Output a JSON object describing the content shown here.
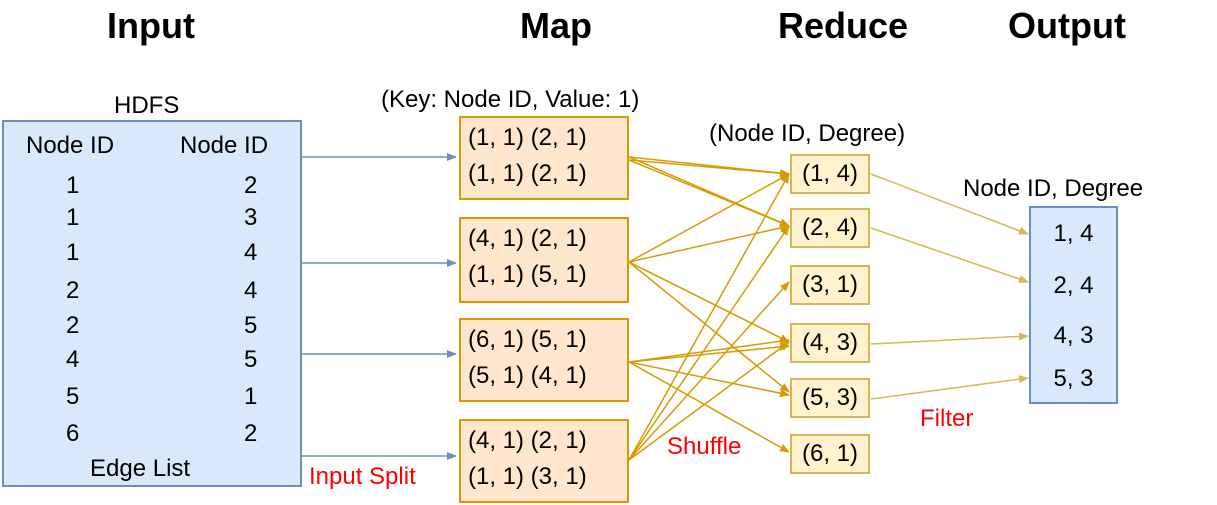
{
  "headings": {
    "input": "Input",
    "map": "Map",
    "reduce": "Reduce",
    "output": "Output"
  },
  "hdfs": {
    "title": "HDFS",
    "col_headers": [
      "Node ID",
      "Node ID"
    ],
    "edges": [
      [
        "1",
        "2"
      ],
      [
        "1",
        "3"
      ],
      [
        "1",
        "4"
      ],
      [
        "2",
        "4"
      ],
      [
        "2",
        "5"
      ],
      [
        "4",
        "5"
      ],
      [
        "5",
        "1"
      ],
      [
        "6",
        "2"
      ]
    ],
    "footer": "Edge List"
  },
  "map": {
    "caption": "(Key: Node ID, Value: 1)",
    "boxes": [
      [
        "(1, 1) (2, 1)",
        "(1, 1) (2, 1)"
      ],
      [
        "(4, 1) (2, 1)",
        "(1, 1) (5, 1)"
      ],
      [
        "(6, 1) (5, 1)",
        "(5, 1) (4, 1)"
      ],
      [
        "(4, 1) (2, 1)",
        "(1, 1) (3, 1)"
      ]
    ]
  },
  "reduce": {
    "caption": "(Node ID, Degree)",
    "boxes": [
      "(1, 4)",
      "(2, 4)",
      "(3, 1)",
      "(4, 3)",
      "(5, 3)",
      "(6, 1)"
    ]
  },
  "output": {
    "caption": "Node ID, Degree",
    "rows": [
      "1, 4",
      "2, 4",
      "4, 3",
      "5, 3"
    ]
  },
  "annotations": {
    "input_split": "Input Split",
    "shuffle": "Shuffle",
    "filter": "Filter"
  },
  "colors": {
    "blue_fill": "#dae8fc",
    "blue_stroke": "#6c8ebf",
    "orange_fill": "#ffe6cc",
    "orange_stroke": "#d79b00",
    "yellow_fill": "#fff2cc",
    "yellow_stroke": "#d6b656",
    "annotation": "#ff0000"
  }
}
